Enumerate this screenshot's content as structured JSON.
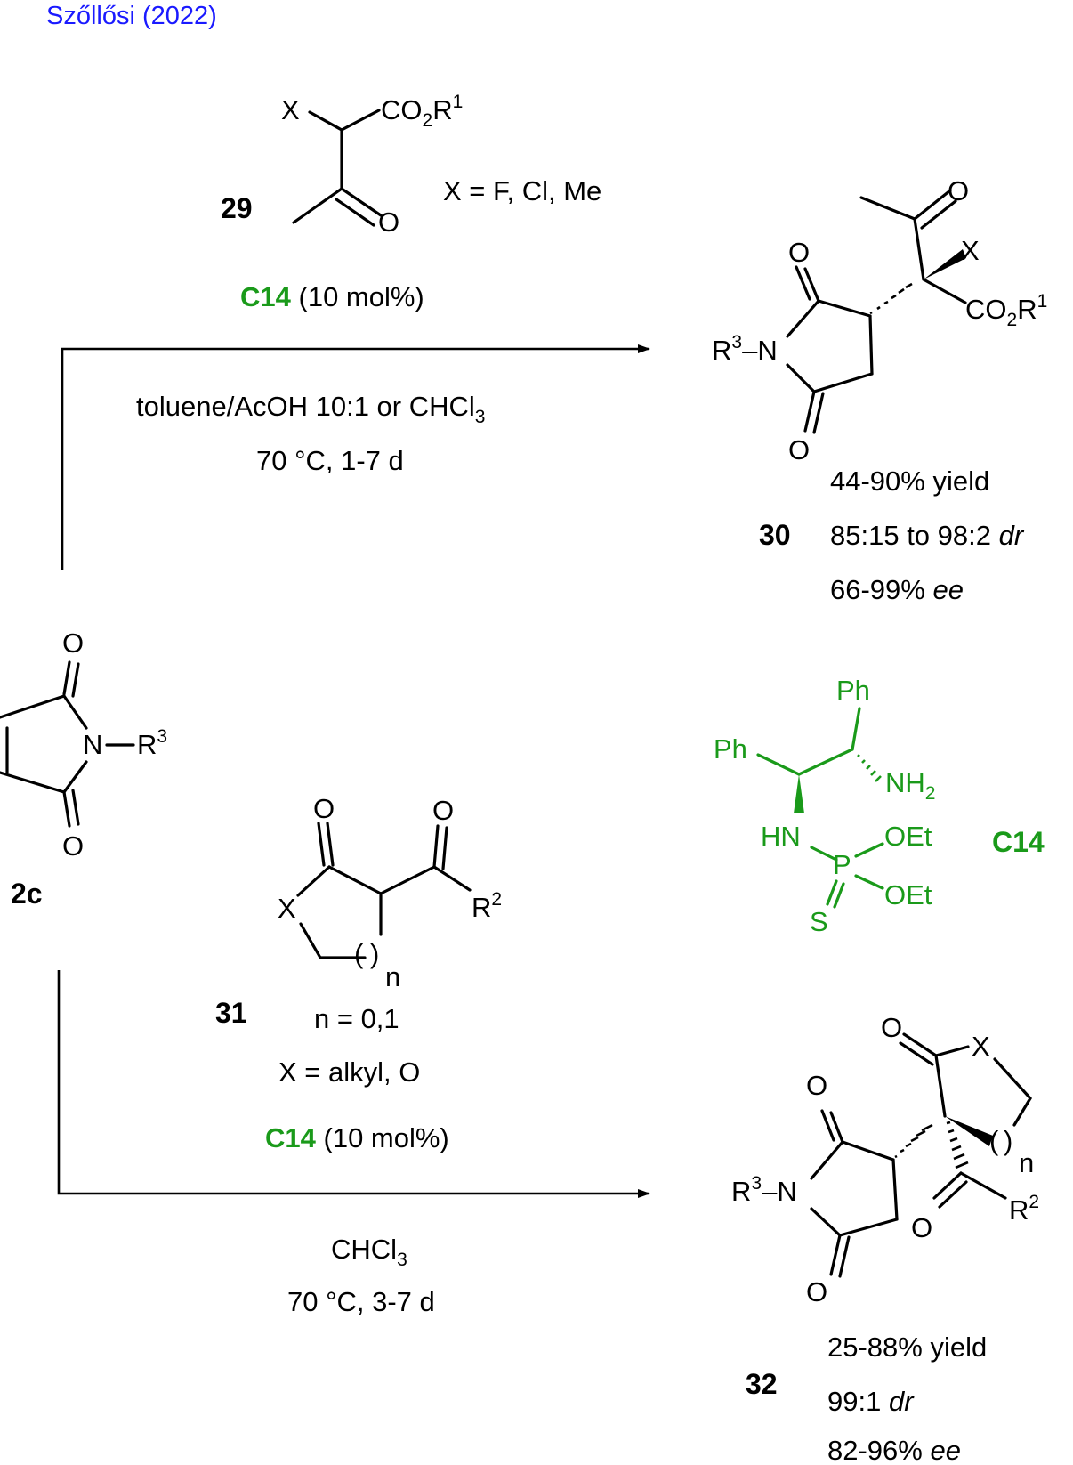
{
  "citation": "Szőllősi (2022)",
  "colors": {
    "citation": "#1a1aff",
    "catalyst": "#1a9a1a",
    "text": "#000000"
  },
  "top_reaction": {
    "reagent_label": "29",
    "reagent_condition": "X = F, Cl, Me",
    "catalyst_name": "C14",
    "catalyst_loading": "(10 mol%)",
    "solvent_main": "toluene/AcOH 10:1 or CHCl",
    "solvent_sub": "3",
    "temp_time": "70 °C, 1-7 d",
    "product_label": "30",
    "yield": "44-90% yield",
    "dr_value": "85:15 to 98:2",
    "dr_unit": "dr",
    "ee_value": "66-99%",
    "ee_unit": "ee"
  },
  "starting_material": {
    "label": "2c"
  },
  "catalyst_structure": {
    "label": "C14"
  },
  "bottom_reaction": {
    "reagent_label": "31",
    "n_values": "n = 0,1",
    "x_values": "X = alkyl, O",
    "catalyst_name": "C14",
    "catalyst_loading": "(10 mol%)",
    "solvent_main": "CHCl",
    "solvent_sub": "3",
    "temp_time": "70 °C, 3-7 d",
    "product_label": "32",
    "yield": "25-88% yield",
    "dr_value": "99:1",
    "dr_unit": "dr",
    "ee_value": "82-96%",
    "ee_unit": "ee"
  },
  "atoms": {
    "X": "X",
    "O": "O",
    "N": "N",
    "S": "S",
    "P": "P",
    "CO": "CO",
    "R": "R",
    "one": "1",
    "two": "2",
    "three": "3",
    "Ph": "Ph",
    "NH": "NH",
    "HN": "HN",
    "OEt": "OEt",
    "n": "n",
    "paren_open": "(",
    "paren_close": ")",
    "dash": "–"
  }
}
